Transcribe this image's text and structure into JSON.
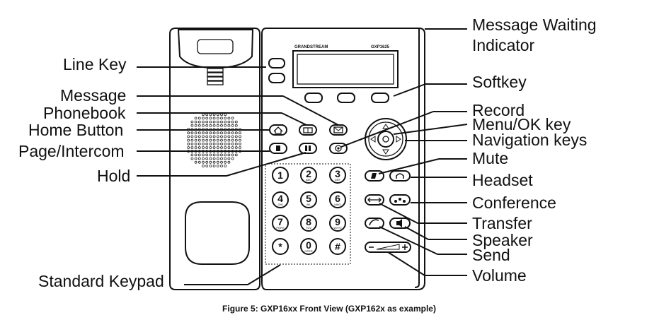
{
  "phone": {
    "brand": "GRANDSTREAM",
    "model": "GXP1625"
  },
  "labels": {
    "line_key": "Line Key",
    "message": "Message",
    "phonebook": "Phonebook",
    "home_button": "Home Button",
    "page_intercom": "Page/Intercom",
    "hold": "Hold",
    "standard_keypad": "Standard Keypad",
    "message_waiting_1": "Message Waiting",
    "message_waiting_2": "Indicator",
    "softkey": "Softkey",
    "record": "Record",
    "menu_ok": "Menu/OK key",
    "navigation": "Navigation keys",
    "mute": "Mute",
    "headset": "Headset",
    "conference": "Conference",
    "transfer": "Transfer",
    "speaker": "Speaker",
    "send": "Send",
    "volume": "Volume"
  },
  "keypad": [
    {
      "num": "1",
      "sub": ""
    },
    {
      "num": "2",
      "sub": "ABC"
    },
    {
      "num": "3",
      "sub": "DEF"
    },
    {
      "num": "4",
      "sub": "GHI"
    },
    {
      "num": "5",
      "sub": "JKL"
    },
    {
      "num": "6",
      "sub": "MNO"
    },
    {
      "num": "7",
      "sub": "PQRS"
    },
    {
      "num": "8",
      "sub": "TUV"
    },
    {
      "num": "9",
      "sub": "WXYZ"
    },
    {
      "num": "*",
      "sub": ""
    },
    {
      "num": "0",
      "sub": "OPER"
    },
    {
      "num": "#",
      "sub": ""
    }
  ],
  "caption": "Figure 5: GXP16xx Front View (GXP162x as example)"
}
